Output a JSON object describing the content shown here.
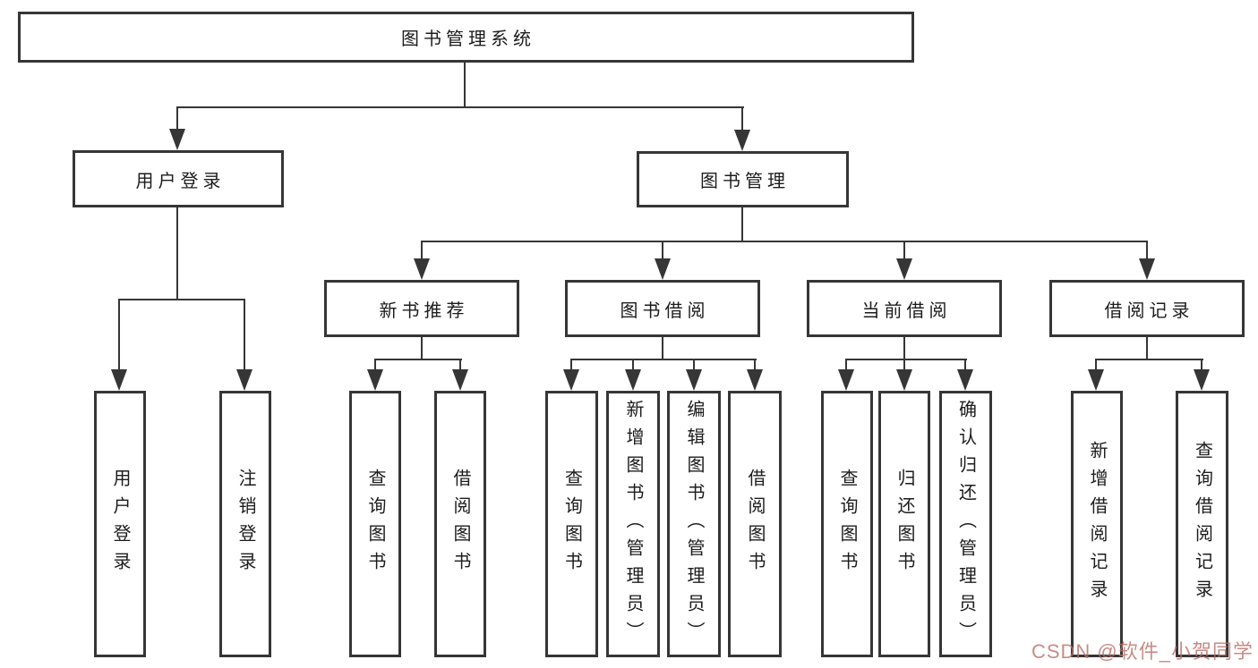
{
  "diagram": {
    "root": "图书管理系统",
    "level2": {
      "user_login": "用户登录",
      "book_mgmt": "图书管理"
    },
    "level3": {
      "new_books": "新书推荐",
      "book_borrow": "图书借阅",
      "current_borrow": "当前借阅",
      "borrow_records": "借阅记录"
    },
    "leaves": {
      "user_login": [
        "用户登录",
        "注销登录"
      ],
      "new_books": [
        "查询图书",
        "借阅图书"
      ],
      "book_borrow": [
        "查询图书",
        "新增图书（管理员）",
        "编辑图书（管理员）",
        "借阅图书"
      ],
      "current_borrow": [
        "查询图书",
        "归还图书",
        "确认归还（管理员）"
      ],
      "borrow_records": [
        "新增借阅记录",
        "查询借阅记录"
      ]
    }
  },
  "watermark": {
    "text": "CSDN @软件_小贺同学",
    "color": "rgba(186,110,104,0.8)"
  },
  "colors": {
    "line": "#363636",
    "text": "#1c1c1c",
    "background": "#ffffff"
  }
}
